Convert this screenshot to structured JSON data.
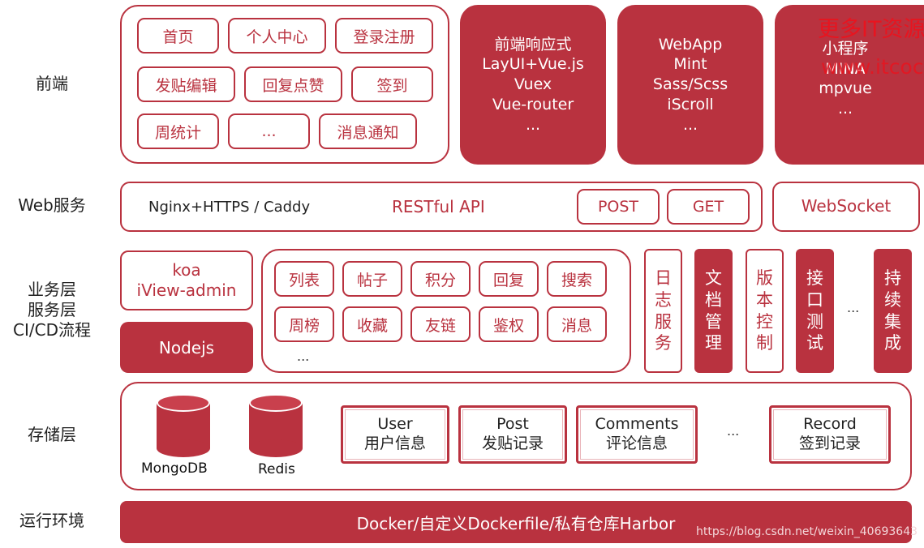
{
  "labels": {
    "frontend": "前端",
    "web": "Web服务",
    "business_1": "业务层",
    "business_2": "服务层",
    "business_3": "CI/CD流程",
    "storage": "存储层",
    "runtime": "运行环境"
  },
  "frontend": {
    "pages": [
      "首页",
      "个人中心",
      "登录注册",
      "发贴编辑",
      "回复点赞",
      "签到",
      "周统计",
      "...",
      "消息通知"
    ],
    "stack_responsive": [
      "前端响应式",
      "LayUI+Vue.js",
      "Vuex",
      "Vue-router",
      "..."
    ],
    "stack_webapp": [
      "WebApp",
      "Mint",
      "Sass/Scss",
      "iScroll",
      "..."
    ],
    "stack_miniprogram": [
      "小程序",
      "MINA",
      "mpvue",
      "..."
    ]
  },
  "web": {
    "server": "Nginx+HTTPS / Caddy",
    "api": "RESTful API",
    "post": "POST",
    "get": "GET",
    "websocket": "WebSocket"
  },
  "business": {
    "koa": "koa",
    "admin": "iView-admin",
    "nodejs": "Nodejs",
    "modules_row1": [
      "列表",
      "帖子",
      "积分",
      "回复",
      "搜索"
    ],
    "modules_row2": [
      "周榜",
      "收藏",
      "友链",
      "鉴权",
      "消息"
    ],
    "modules_more": "...",
    "tools": [
      "日志服务",
      "文档管理",
      "版本控制",
      "接口测试",
      "持续集成"
    ],
    "tools_more": "..."
  },
  "storage": {
    "mongodb": "MongoDB",
    "redis": "Redis",
    "user_en": "User",
    "user_cn": "用户信息",
    "post_en": "Post",
    "post_cn": "发贴记录",
    "comments_en": "Comments",
    "comments_cn": "评论信息",
    "more": "...",
    "record_en": "Record",
    "record_cn": "签到记录"
  },
  "runtime": {
    "text": "Docker/自定义Dockerfile/私有仓库Harbor"
  },
  "watermark": {
    "url": "https://blog.csdn.net/weixin_40693643",
    "overlay_1": "更多IT资源",
    "overlay_2": "www.itcoc"
  },
  "colors": {
    "accent": "#b9323f"
  }
}
